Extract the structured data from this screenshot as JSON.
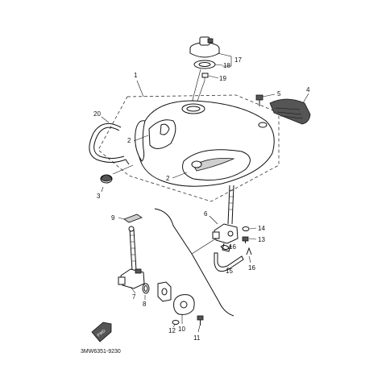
{
  "callouts": [
    {
      "id": "c1",
      "text": "1"
    },
    {
      "id": "c2a",
      "text": "2"
    },
    {
      "id": "c2b",
      "text": "2"
    },
    {
      "id": "c3",
      "text": "3"
    },
    {
      "id": "c4",
      "text": "4"
    },
    {
      "id": "c5",
      "text": "5"
    },
    {
      "id": "c6",
      "text": "6"
    },
    {
      "id": "c7",
      "text": "7"
    },
    {
      "id": "c8",
      "text": "8"
    },
    {
      "id": "c9",
      "text": "9"
    },
    {
      "id": "c10",
      "text": "10"
    },
    {
      "id": "c11",
      "text": "11"
    },
    {
      "id": "c12",
      "text": "12"
    },
    {
      "id": "c13",
      "text": "13"
    },
    {
      "id": "c14",
      "text": "14"
    },
    {
      "id": "c15",
      "text": "15"
    },
    {
      "id": "c16a",
      "text": "16"
    },
    {
      "id": "c16b",
      "text": "16"
    },
    {
      "id": "c17",
      "text": "17"
    },
    {
      "id": "c18",
      "text": "18"
    },
    {
      "id": "c19",
      "text": "19"
    },
    {
      "id": "c20",
      "text": "20"
    }
  ],
  "diagram_code": "3MW6351-9230",
  "fwd_label": "FWD"
}
